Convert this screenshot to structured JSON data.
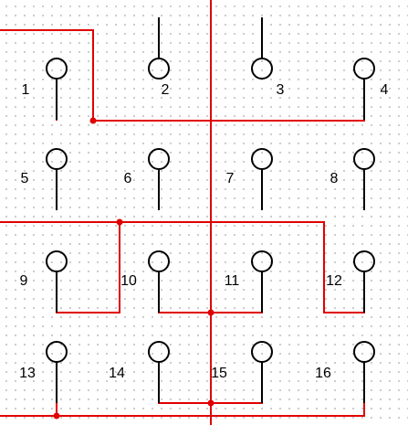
{
  "colors": {
    "background": "#ffffff",
    "grid_dot": "#c4c4c4",
    "pin": "#000000",
    "wire": "#e00000",
    "junction": "#e00000"
  },
  "pins": [
    {
      "label": "1",
      "lead": "down"
    },
    {
      "label": "2",
      "lead": "up"
    },
    {
      "label": "3",
      "lead": "up"
    },
    {
      "label": "4",
      "lead": "down"
    },
    {
      "label": "5",
      "lead": "down"
    },
    {
      "label": "6",
      "lead": "down"
    },
    {
      "label": "7",
      "lead": "down"
    },
    {
      "label": "8",
      "lead": "down"
    },
    {
      "label": "9",
      "lead": "down"
    },
    {
      "label": "10",
      "lead": "down"
    },
    {
      "label": "11",
      "lead": "down"
    },
    {
      "label": "12",
      "lead": "down"
    },
    {
      "label": "13",
      "lead": "down"
    },
    {
      "label": "14",
      "lead": "down"
    },
    {
      "label": "15",
      "lead": "down"
    },
    {
      "label": "16",
      "lead": "down"
    }
  ]
}
